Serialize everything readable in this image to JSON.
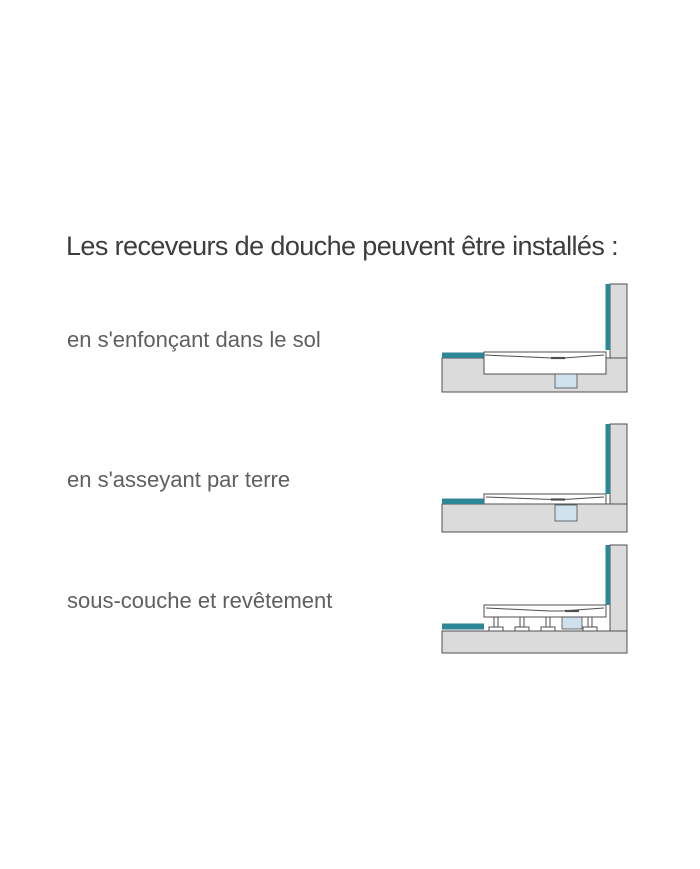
{
  "title": "Les receveurs de douche peuvent être installés :",
  "rows": [
    {
      "label": "en s'enfonçant dans le sol",
      "diagram": "shower-tray-recessed-in-floor"
    },
    {
      "label": "en s'asseyant par terre",
      "diagram": "shower-tray-sitting-on-floor"
    },
    {
      "label": "sous-couche et revêtement",
      "diagram": "shower-tray-on-underlay-and-covering"
    }
  ],
  "colors": {
    "title": "#3d3d3d",
    "text": "#5f5f5f",
    "concrete": "#dbdbdb",
    "outline": "#4f4f4f",
    "teal": "#2c8797",
    "drain": "#cfe1ed",
    "tray": "#ffffff",
    "background": "#ffffff"
  }
}
